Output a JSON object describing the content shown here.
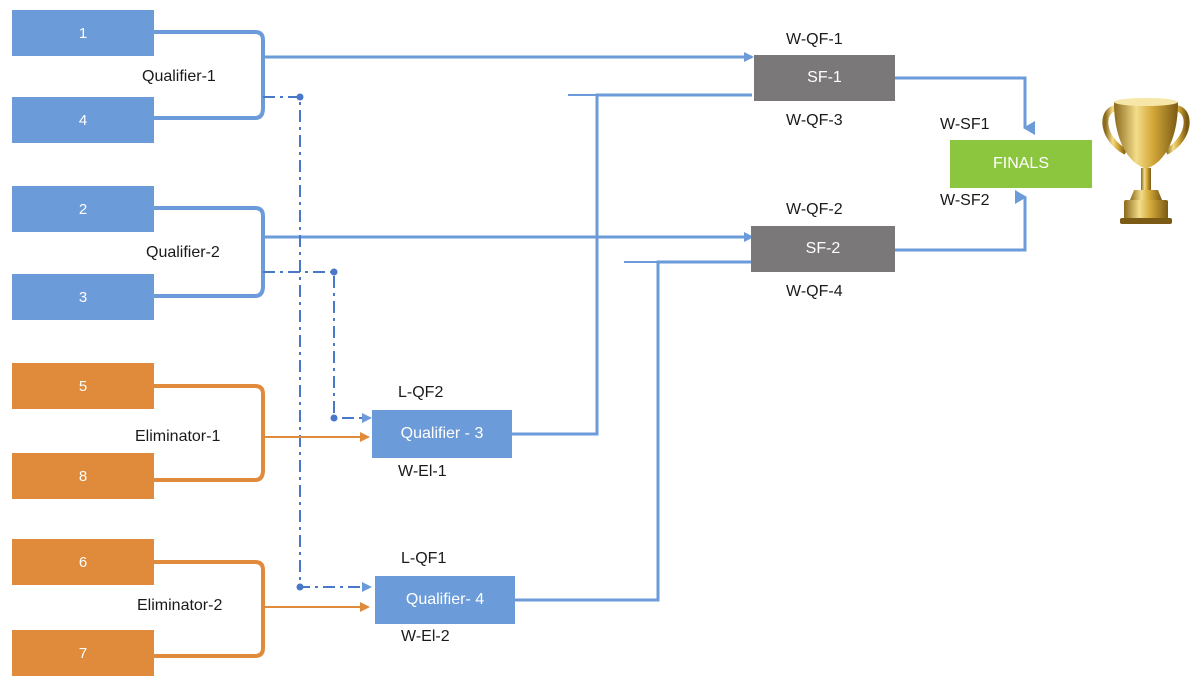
{
  "teams": {
    "t1": "1",
    "t4": "4",
    "t2": "2",
    "t3": "3",
    "t5": "5",
    "t8": "8",
    "t6": "6",
    "t7": "7"
  },
  "matches": {
    "qualifier1": "Qualifier-1",
    "qualifier2": "Qualifier-2",
    "eliminator1": "Eliminator-1",
    "eliminator2": "Eliminator-2",
    "qualifier3": "Qualifier - 3",
    "qualifier4": "Qualifier- 4",
    "sf1": "SF-1",
    "sf2": "SF-2",
    "finals": "FINALS"
  },
  "labels": {
    "w_qf1": "W-QF-1",
    "w_qf3": "W-QF-3",
    "w_qf2": "W-QF-2",
    "w_qf4": "W-QF-4",
    "l_qf2": "L-QF2",
    "w_el1": "W-El-1",
    "l_qf1": "L-QF1",
    "w_el2": "W-El-2",
    "w_sf1": "W-SF1",
    "w_sf2": "W-SF2"
  },
  "colors": {
    "blue": "#6b9bd8",
    "orange": "#e08a3c",
    "grey": "#7a7879",
    "green": "#8cc63f",
    "line_blue": "#6b9bd8",
    "line_orange": "#e08a3c"
  },
  "icons": {
    "trophy": "trophy-icon"
  }
}
